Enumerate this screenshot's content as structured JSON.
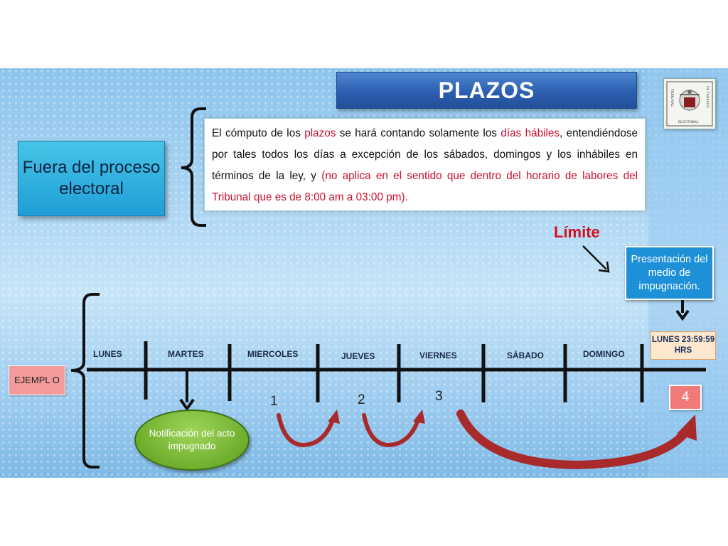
{
  "title": "PLAZOS",
  "left_label": "Fuera del proceso electoral",
  "paragraph": {
    "t1": "El cómputo de los ",
    "t2": "plazos",
    "t3": " se hará contando solamente los ",
    "t4": "días hábiles",
    "t5": ", entendiéndose por tales todos los días a excepción de los sábados, domingos y los inhábiles en términos de la ley, y ",
    "t6": "(no aplica en el sentido que dentro del horario de labores del Tribunal que es de 8:00 am a 03:00 pm)."
  },
  "logo": {
    "top": "TRIBUNAL",
    "side": "DE TABASCO",
    "bottom": "ELECTORAL"
  },
  "limite": "Límite",
  "presentacion": "Presentación del medio de impugnación.",
  "deadline": "LUNES 23:59:59 HRS",
  "ejemplo": "EJEMPL O",
  "days": [
    "LUNES",
    "MARTES",
    "MIERCOLES",
    "JUEVES",
    "VIERNES",
    "SÁBADO",
    "DOMINGO"
  ],
  "numbers": [
    "1",
    "2",
    "3",
    "4"
  ],
  "notificacion": "Notificación del acto impugnado",
  "colors": {
    "red": "#c8102e",
    "title_blue": "#2b5fb0",
    "cyan_box": "#1f9fd6",
    "green": "#6eae2c"
  }
}
